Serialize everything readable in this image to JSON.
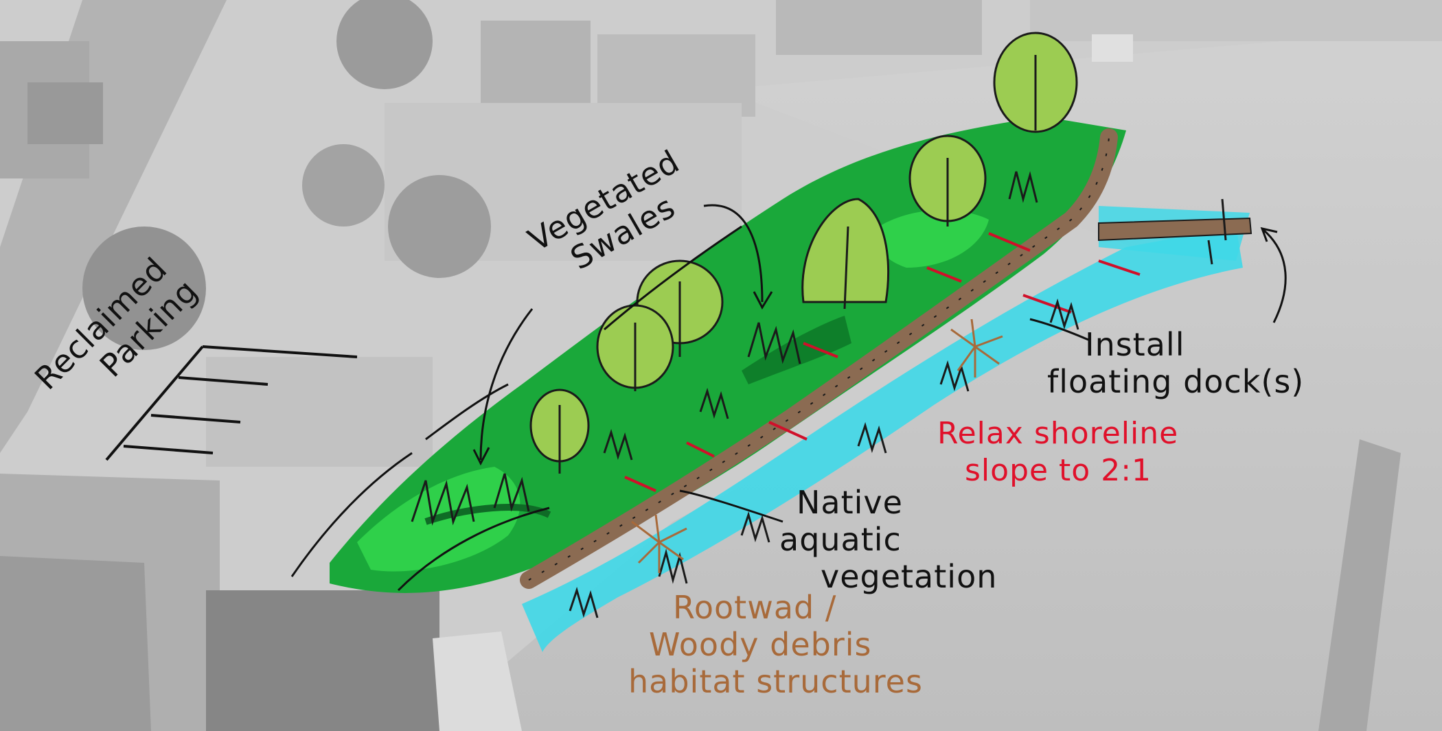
{
  "diagram": {
    "labels": {
      "reclaimed_parking": {
        "lines": [
          "Reclaimed",
          "Parking"
        ],
        "color": "#111111"
      },
      "vegetated_swales": {
        "lines": [
          "Vegetated",
          "Swales"
        ],
        "color": "#111111"
      },
      "install_floating_docks": {
        "lines": [
          "Install",
          "floating dock(s)"
        ],
        "color": "#111111"
      },
      "relax_shoreline": {
        "lines": [
          "Relax shoreline",
          "slope to 2:1"
        ],
        "color": "#e0102a"
      },
      "native_aquatic_vegetation": {
        "lines": [
          "Native",
          "aquatic",
          "vegetation"
        ],
        "color": "#111111"
      },
      "rootwad_habitat": {
        "lines": [
          "Rootwad /",
          "Woody debris",
          "habitat structures"
        ],
        "color": "#a86a3a"
      }
    },
    "colors": {
      "vegetation_green": "#1aa83a",
      "bright_green": "#2fd04a",
      "tree_fill": "#9ccc52",
      "water_cyan": "#3fd8e8",
      "boardwalk_brown": "#8b6b52",
      "rootwad_brown": "#a86a3a",
      "photo_gray": "#b9b9b9"
    },
    "icons": [
      "tree-icon",
      "grass-tuft-icon",
      "rootwad-icon",
      "arrow-icon"
    ]
  }
}
